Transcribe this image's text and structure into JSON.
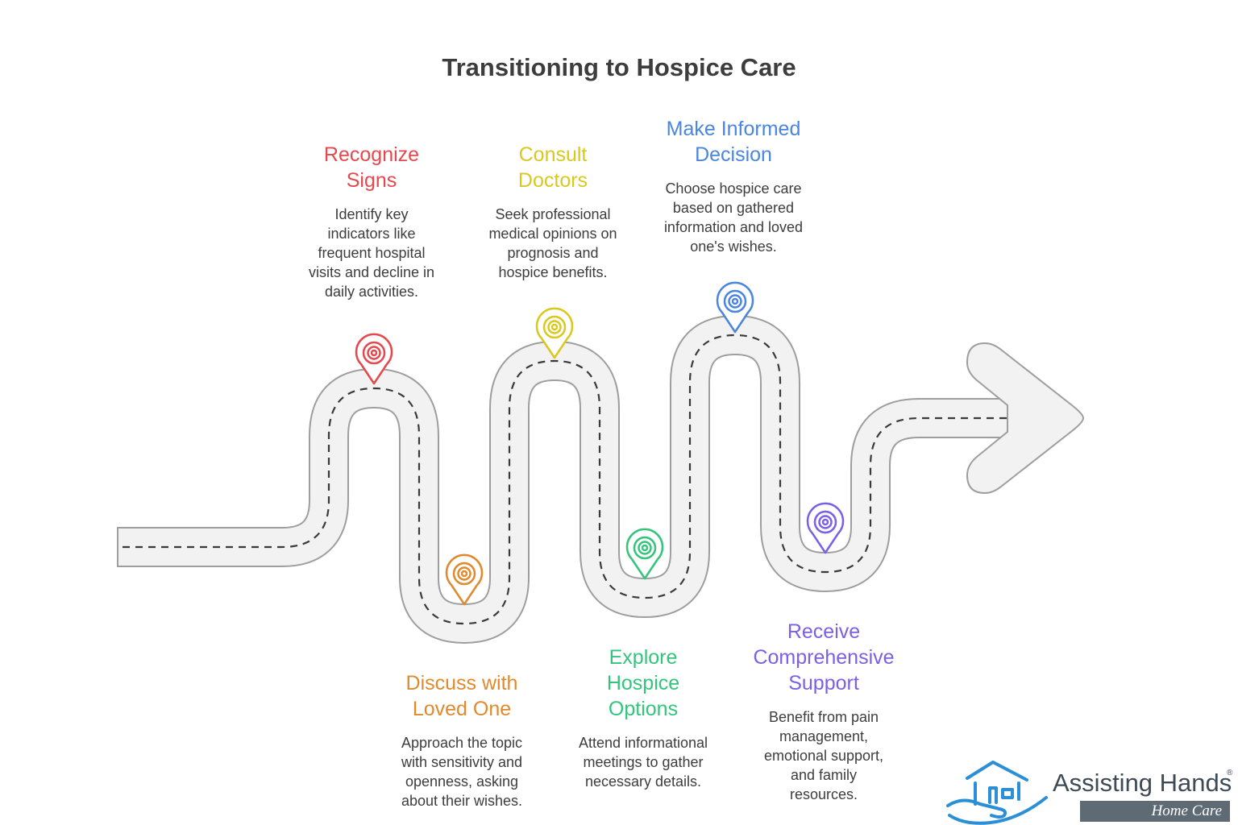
{
  "title": "Transitioning to Hospice Care",
  "steps": [
    {
      "title": "Recognize\nSigns",
      "description": "Identify key\nindicators like\nfrequent hospital\nvisits and decline in\ndaily activities.",
      "color": "#e5484d"
    },
    {
      "title": "Discuss with\nLoved One",
      "description": "Approach the topic\nwith sensitivity and\nopenness, asking\nabout their wishes.",
      "color": "#e08a2e"
    },
    {
      "title": "Consult\nDoctors",
      "description": "Seek professional\nmedical opinions on\nprognosis and\nhospice benefits.",
      "color": "#d9c81e"
    },
    {
      "title": "Explore\nHospice\nOptions",
      "description": "Attend informational\nmeetings to gather\nnecessary details.",
      "color": "#34c47c"
    },
    {
      "title": "Make Informed\nDecision",
      "description": "Choose hospice care\nbased on gathered\ninformation and loved\none's wishes.",
      "color": "#4a86e0"
    },
    {
      "title": "Receive\nComprehensive\nSupport",
      "description": "Benefit from pain\nmanagement,\nemotional support,\nand family\nresources.",
      "color": "#7b5fe6"
    }
  ],
  "logo": {
    "name": "Assisting Hands",
    "registered": "®",
    "subtitle": "Home Care",
    "color": "#2a8fd6"
  },
  "road": {
    "fill": "#f2f2f2",
    "edge": "#9e9e9e",
    "dash": "#3a3a3a"
  },
  "icons": [
    "location-pin-icon",
    "arrow-right-icon",
    "house-in-hand-icon"
  ]
}
